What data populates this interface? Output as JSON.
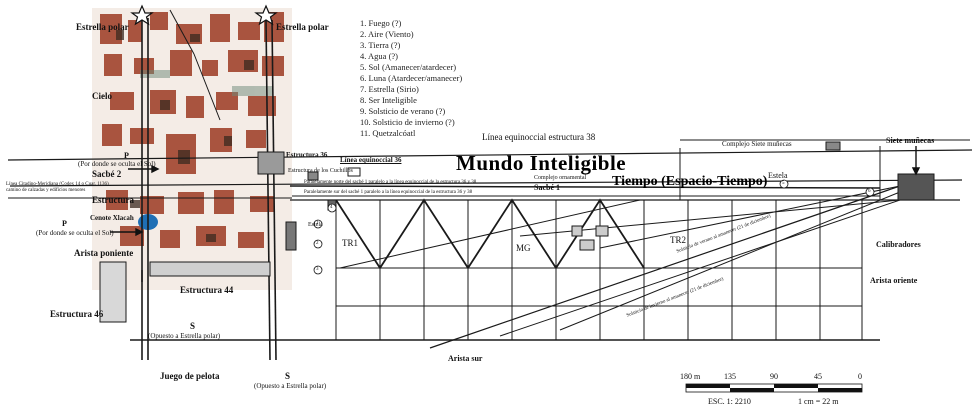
{
  "colors": {
    "line": "#1a1a1a",
    "codex_red": "#9c3a22",
    "codex_dark": "#3b2a20",
    "blue": "#1f6fb5",
    "band": "#e6e6e6"
  },
  "legend": [
    "1. Fuego (?)",
    "2. Aire (Viento)",
    "3. Tierra (?)",
    "4. Agua (?)",
    "5. Sol (Amanecer/atardecer)",
    "6. Luna (Atardecer/amanecer)",
    "7. Estrella (Sirio)",
    "8. Ser Inteligible",
    "9. Solsticio de verano (?)",
    "10. Solsticio de invierno (?)",
    "11. Quetzalcóatl"
  ],
  "labels": {
    "polar_left": "Estrella polar",
    "polar_right": "Estrella polar",
    "cielo": "Cielo",
    "sacbe2": "Sacbé 2",
    "p_top": "P",
    "p_top_sub": "(Por donde se oculta el Sol)",
    "estructura_left": "Estructura",
    "cenote": "Cenote Xlacah",
    "p_bottom": "P",
    "p_bottom_sub": "(Por donde se oculta el Sol)",
    "arista_poniente": "Arista poniente",
    "estructura44": "Estructura 44",
    "estructura46": "Estructura 46",
    "s_left": "S",
    "s_left_sub": "(Opuesto a Estrella polar)",
    "juego_pelota": "Juego de pelota",
    "s_right": "S",
    "s_right_sub": "(Opuesto a Estrella polar)",
    "estructura36": "Estructura 36",
    "linea_equinoccial_36": "Línea equinoccial 36",
    "estructura_cuchillos": "Estructura de los Cuchillos",
    "linea_equinoccial_38": "Línea equinoccial estructura 38",
    "complejo_siete": "Complejo Siete muñecas",
    "siete_munecas": "Siete muñecas",
    "mundo": "Mundo Inteligible",
    "tiempo": "Tiempo (Espacio-Tiempo)",
    "sacbe1": "Sacbé 1",
    "complejo_mod": "Complejo ornamental",
    "estela": "Estela",
    "calibradores": "Calibradores",
    "arista_oriente": "Arista oriente",
    "arista_sur": "Arista sur",
    "tr1": "TR1",
    "tr2": "TR2",
    "mg": "MG",
    "estela_small": "Estela",
    "solsticio_verano": "Solsticio de verano al amanecer (21 de diciembre)",
    "solsticio_invierno": "Solsticio de invierno al amanecer (21 de diciembre)",
    "small_left_1": "Línea Citadino-Meridiana (Codex 14 o Cuar. 1136)",
    "small_left_2": "camino de calzadas y edificios menores",
    "paralel_top": "Paralelamente norte del sacbé 1 paralelo a la línea equinoccial de la estructura 36 y 38",
    "paralel_bottom": "Paralelamente sur del sacbé 1 paralelo a la línea equinoccial de la estructura 36 y 38",
    "n1": "1",
    "n2": "2",
    "n3": "3",
    "n4": "4",
    "n5": "5",
    "n6": "6"
  },
  "scale": {
    "ticks": [
      "180 m",
      "135",
      "90",
      "45",
      "0"
    ],
    "ratio": "ESC. 1: 2210",
    "equiv": "1 cm = 22 m"
  }
}
